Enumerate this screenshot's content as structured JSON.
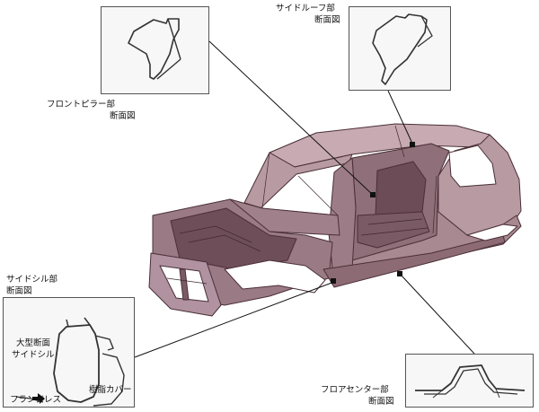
{
  "callouts": {
    "front_pillar": {
      "line1": "フロントピラー部",
      "line2": "断面図"
    },
    "side_roof": {
      "line1": "サイドルーフ部",
      "line2": "断面図"
    },
    "side_sill": {
      "line1": "サイドシル部",
      "line2": "断面図"
    },
    "floor_center": {
      "line1": "フロアセンター部",
      "line2": "断面図"
    }
  },
  "sill_annotations": {
    "large_section_line1": "大型断面",
    "large_section_line2": "サイドシル",
    "flangeless": "フランジレス",
    "resin_cover": "樹脂カバー"
  },
  "colors": {
    "body_fill": "#b89aa3",
    "body_dark": "#5a3c44",
    "body_mid": "#8d6b75",
    "panel_bg": "#f7f7f7",
    "line": "#111111"
  }
}
